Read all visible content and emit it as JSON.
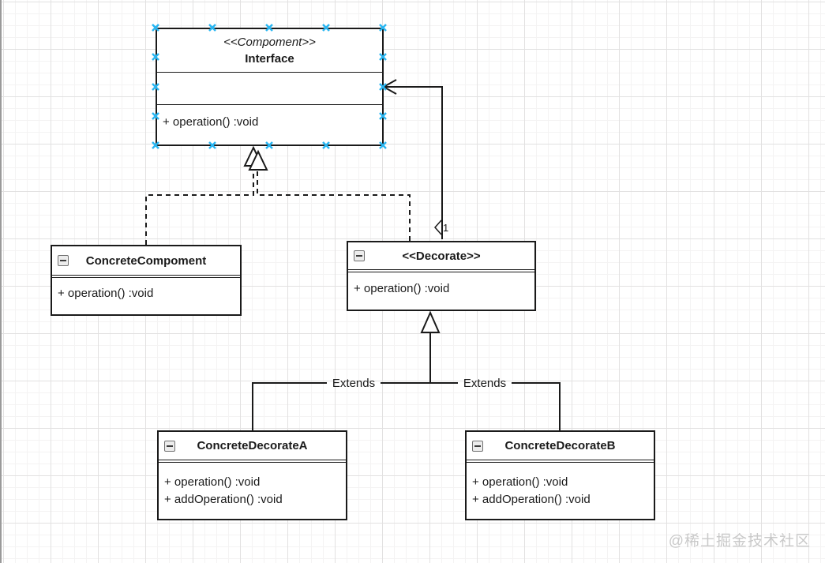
{
  "diagram": {
    "classes": [
      {
        "stereotype": "<<Compoment>>",
        "name": "Interface",
        "methods": [
          "+ operation() :void"
        ]
      },
      {
        "name": "ConcreteCompoment",
        "methods": [
          "+ operation() :void"
        ]
      },
      {
        "name": "<<Decorate>>",
        "methods": [
          "+ operation() :void"
        ]
      },
      {
        "name": "ConcreteDecorateA",
        "methods": [
          "+ operation() :void",
          "+ addOperation() :void"
        ]
      },
      {
        "name": "ConcreteDecorateB",
        "methods": [
          "+ operation() :void",
          "+ addOperation() :void"
        ]
      }
    ],
    "edge_labels": {
      "extends_left": "Extends",
      "extends_right": "Extends",
      "multiplicity": "1"
    }
  },
  "watermark": "@稀土掘金技术社区",
  "colors": {
    "selection_handle": "#29b6f2",
    "line": "#1a1a1a"
  }
}
